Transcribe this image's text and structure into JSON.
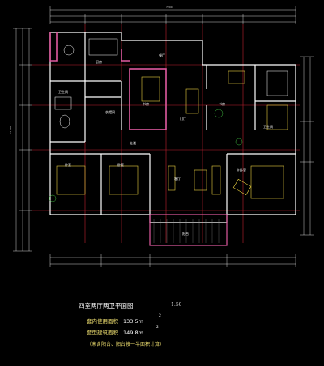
{
  "dimensions": {
    "top_total": "7200",
    "left_total": "11800"
  },
  "rooms": {
    "kitchen": "厨房",
    "bathroom": "卫生间",
    "dining_room": "餐厅",
    "bedroom_left": "卧室",
    "bedroom_mid": "卧室",
    "small_room": "书房",
    "master_bedroom": "主卧室",
    "living_room": "客厅",
    "study": "书房",
    "master_bath": "卫生间",
    "balcony": "阳台",
    "hall": "走道",
    "entry": "门厅",
    "cloak": "衣帽间"
  },
  "legend": {
    "title": "四室两厅两卫平面图",
    "scale": "1:50",
    "usable_area_label": "套内使用面积",
    "usable_area_value": "133.5m",
    "usable_area_sup": "2",
    "building_area_label": "套型建筑面积",
    "building_area_value": "149.8m",
    "building_area_sup": "2",
    "note": "（未含阳台、阳台按一半面积计算）"
  }
}
